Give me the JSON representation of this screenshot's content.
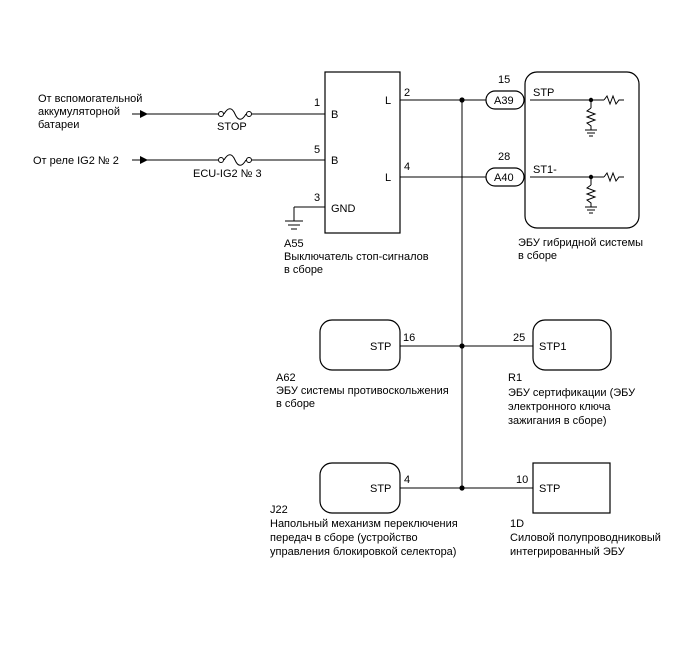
{
  "sources": {
    "battery": [
      "От вспомогательной",
      "аккумуляторной",
      "батареи"
    ],
    "relay": "От реле IG2 № 2"
  },
  "fuses": {
    "stop": "STOP",
    "ecu_ig2": "ECU-IG2 № 3"
  },
  "switch": {
    "code": "A55",
    "name": [
      "Выключатель стоп-сигналов",
      "в сборе"
    ],
    "pin1": "1",
    "pin1_label": "B",
    "pin5": "5",
    "pin5_label": "B",
    "pin3": "3",
    "pin3_label": "GND",
    "pin2": "2",
    "pin2_label": "L",
    "pin4": "4",
    "pin4_label": "L"
  },
  "connectors": {
    "a39": {
      "pin": "15",
      "label": "A39"
    },
    "a40": {
      "pin": "28",
      "label": "A40"
    }
  },
  "hybrid_ecu": {
    "name": [
      "ЭБУ гибридной системы",
      "в сборе"
    ],
    "stp": "STP",
    "st1": "ST1-"
  },
  "a62": {
    "code": "A62",
    "name": [
      "ЭБУ системы противоскольжения",
      "в сборе"
    ],
    "pin": "16",
    "label": "STP"
  },
  "r1": {
    "code": "R1",
    "name": [
      "ЭБУ сертификации (ЭБУ",
      "электронного ключа",
      "зажигания в сборе)"
    ],
    "pin": "25",
    "label": "STP1"
  },
  "j22": {
    "code": "J22",
    "name": [
      "Напольный механизм переключения",
      "передач в сборе (устройство",
      "управления блокировкой селектора)"
    ],
    "pin": "4",
    "label": "STP"
  },
  "d1": {
    "code": "1D",
    "name": [
      "Силовой полупроводниковый",
      "интегрированный ЭБУ"
    ],
    "pin": "10",
    "label": "STP"
  }
}
